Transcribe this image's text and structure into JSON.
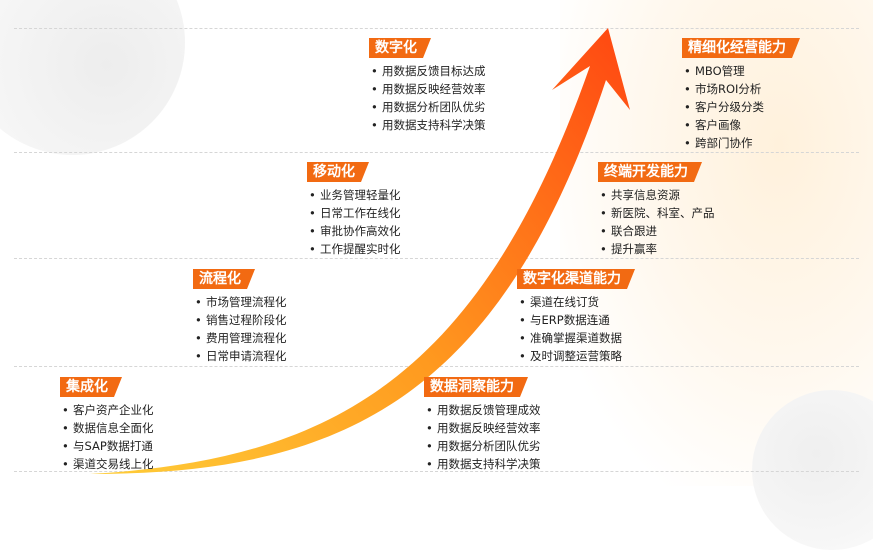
{
  "colors": {
    "accent": "#f26a12",
    "accent_light": "#f9b98a",
    "arrow_start": "#ffd23a",
    "arrow_end": "#ff4a12",
    "text": "#222222"
  },
  "stages": [
    {
      "id": "jicheng",
      "title": "集成化",
      "items": [
        "客户资产企业化",
        "数据信息全面化",
        "与SAP数据打通",
        "渠道交易线上化"
      ]
    },
    {
      "id": "liucheng",
      "title": "流程化",
      "items": [
        "市场管理流程化",
        "销售过程阶段化",
        "费用管理流程化",
        "日常申请流程化"
      ]
    },
    {
      "id": "yidong",
      "title": "移动化",
      "items": [
        "业务管理轻量化",
        "日常工作在线化",
        "审批协作高效化",
        "工作提醒实时化"
      ]
    },
    {
      "id": "shuzi",
      "title": "数字化",
      "items": [
        "用数据反馈目标达成",
        "用数据反映经营效率",
        "用数据分析团队优劣",
        "用数据支持科学决策"
      ]
    },
    {
      "id": "shuju-dongcha",
      "title": "数据洞察能力",
      "items": [
        "用数据反馈管理成效",
        "用数据反映经营效率",
        "用数据分析团队优劣",
        "用数据支持科学决策"
      ]
    },
    {
      "id": "qudao",
      "title": "数字化渠道能力",
      "items": [
        "渠道在线订货",
        "与ERP数据连通",
        "准确掌握渠道数据",
        "及时调整运营策略"
      ]
    },
    {
      "id": "zhongduan",
      "title": "终端开发能力",
      "items": [
        "共享信息资源",
        "新医院、科室、产品",
        "联合跟进",
        "提升赢率"
      ]
    },
    {
      "id": "jingxi",
      "title": "精细化经营能力",
      "items": [
        "MBO管理",
        "市场ROI分析",
        "客户分级分类",
        "客户画像"
      ],
      "continuation": "跨部门协作"
    }
  ]
}
